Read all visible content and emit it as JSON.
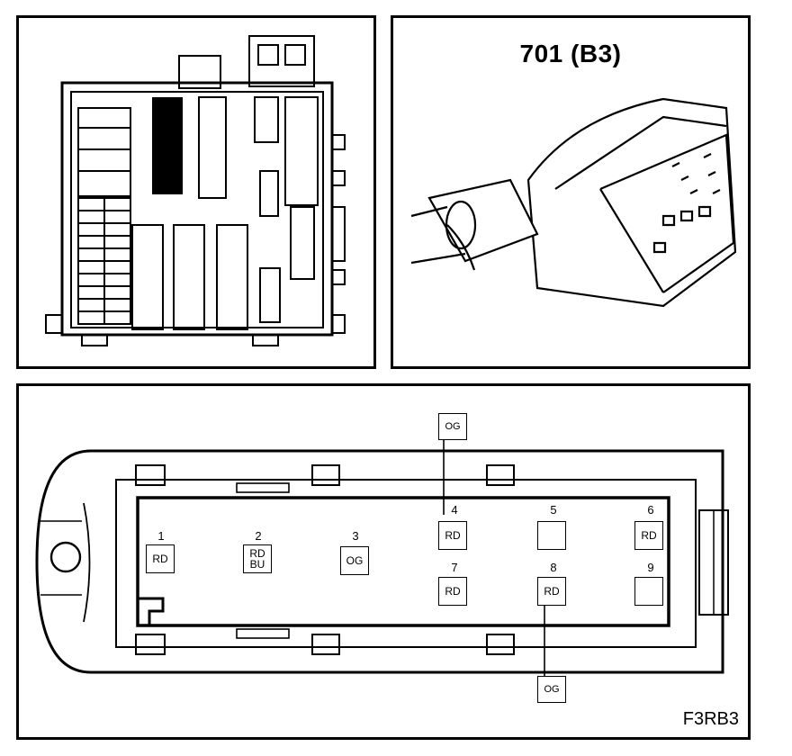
{
  "connector": {
    "title": "701 (B3)",
    "figure_code": "F3RB3"
  },
  "pins": [
    {
      "num": "1",
      "color": "RD"
    },
    {
      "num": "2",
      "color": "RD",
      "color2": "BU"
    },
    {
      "num": "3",
      "color": "OG"
    },
    {
      "num": "4",
      "color": "RD"
    },
    {
      "num": "5",
      "color": ""
    },
    {
      "num": "6",
      "color": "RD"
    },
    {
      "num": "7",
      "color": "RD"
    },
    {
      "num": "8",
      "color": "RD"
    },
    {
      "num": "9",
      "color": ""
    }
  ],
  "callouts": {
    "top": "OG",
    "bottom": "OG"
  }
}
